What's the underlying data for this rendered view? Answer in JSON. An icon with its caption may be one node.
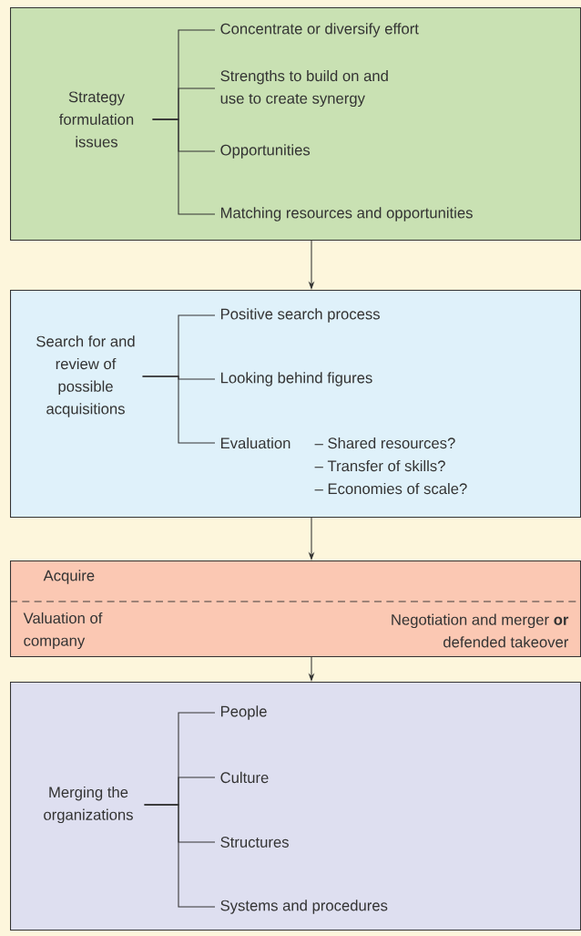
{
  "diagram": {
    "nodes": [
      {
        "text": [],
        "shape": "box"
      },
      {
        "text": [
          "Strategy formulation issues"
        ],
        "in": 0
      },
      {
        "text": [
          "Concentrate or diversify effort"
        ],
        "in": 0
      },
      {
        "text": [
          "Strengths to build on and use to create synergy"
        ],
        "in": 0
      },
      {
        "text": [
          "Opportunities"
        ],
        "in": 0
      },
      {
        "text": [
          "Matching resources and opportunities"
        ],
        "in": 0
      },
      {
        "text": [],
        "shape": "box"
      },
      {
        "text": [
          "Search for and review of possible acquisitions"
        ],
        "in": 6
      },
      {
        "text": [
          "Positive search process"
        ],
        "in": 6
      },
      {
        "text": [
          "Looking behind figures"
        ],
        "in": 6
      },
      {
        "text": [
          "Evaluation"
        ],
        "in": 6,
        "beside": [
          "– Shared resources?",
          "– Transfer of skills?",
          "– Economies of scale?"
        ]
      },
      {
        "text": [
          "Acquire",
          "Valuation of company",
          "Negotiation and merger **or** defended takeover"
        ]
      },
      {
        "text": [],
        "shape": "box"
      },
      {
        "text": [
          "Merging the organizations"
        ],
        "in": 12
      },
      {
        "text": [
          "People"
        ],
        "in": 12
      },
      {
        "text": [
          "Culture"
        ],
        "in": 12
      },
      {
        "text": [
          "Structures"
        ],
        "in": 12
      },
      {
        "text": [
          "Systems and procedures"
        ],
        "in": 12
      }
    ],
    "edges": [
      {
        "from": 1,
        "to": 2,
        "arrow": "none"
      },
      {
        "from": 1,
        "to": 3,
        "arrow": "none"
      },
      {
        "from": 1,
        "to": 4,
        "arrow": "none"
      },
      {
        "from": 1,
        "to": 5,
        "arrow": "none"
      },
      {
        "from": 0,
        "to": 6,
        "arrow": "to"
      },
      {
        "from": 7,
        "to": 8,
        "arrow": "none"
      },
      {
        "from": 7,
        "to": 9,
        "arrow": "none"
      },
      {
        "from": 7,
        "to": 10,
        "arrow": "none"
      },
      {
        "from": 6,
        "to": 11,
        "arrow": "to"
      },
      {
        "from": 11,
        "to": 12,
        "arrow": "to"
      },
      {
        "from": 13,
        "to": 14,
        "arrow": "none"
      },
      {
        "from": 13,
        "to": 15,
        "arrow": "none"
      },
      {
        "from": 13,
        "to": 16,
        "arrow": "none"
      },
      {
        "from": 13,
        "to": 17,
        "arrow": "none"
      }
    ]
  }
}
